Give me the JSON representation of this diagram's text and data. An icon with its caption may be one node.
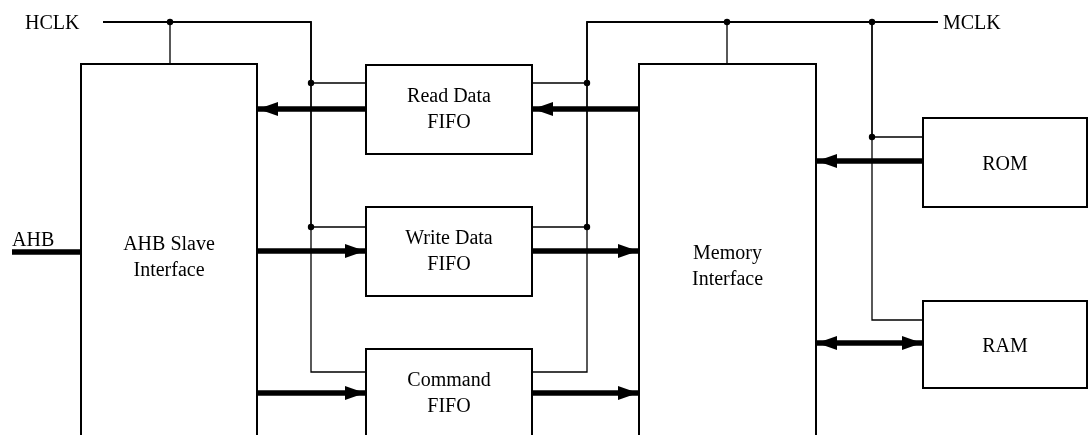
{
  "diagram": {
    "nodes": [
      {
        "text": [
          "HCLK"
        ]
      },
      {
        "text": [
          "MCLK"
        ]
      },
      {
        "text": [
          "AHB Slave Interface"
        ]
      },
      {
        "text": [
          "Read Data FIFO"
        ]
      },
      {
        "text": [
          "Write Data FIFO"
        ]
      },
      {
        "text": [
          "Command FIFO"
        ]
      },
      {
        "text": [
          "Memory Interface"
        ]
      },
      {
        "text": [
          "ROM"
        ]
      },
      {
        "text": [
          "RAM"
        ]
      },
      {
        "text": [
          "AHB"
        ]
      }
    ],
    "edges": [
      {
        "from": 0,
        "to": 2,
        "arrow": "none"
      },
      {
        "from": 0,
        "to": 3,
        "arrow": "none"
      },
      {
        "from": 0,
        "to": 4,
        "arrow": "none"
      },
      {
        "from": 0,
        "to": 5,
        "arrow": "none"
      },
      {
        "from": 1,
        "to": 6,
        "arrow": "none"
      },
      {
        "from": 1,
        "to": 3,
        "arrow": "none"
      },
      {
        "from": 1,
        "to": 4,
        "arrow": "none"
      },
      {
        "from": 1,
        "to": 5,
        "arrow": "none"
      },
      {
        "from": 1,
        "to": 7,
        "arrow": "none"
      },
      {
        "from": 1,
        "to": 8,
        "arrow": "none"
      },
      {
        "from": 6,
        "to": 3,
        "arrow": "to",
        "style": "thick"
      },
      {
        "from": 3,
        "to": 2,
        "arrow": "to",
        "style": "thick"
      },
      {
        "from": 2,
        "to": 4,
        "arrow": "to",
        "style": "thick"
      },
      {
        "from": 4,
        "to": 6,
        "arrow": "to",
        "style": "thick"
      },
      {
        "from": 2,
        "to": 5,
        "arrow": "to",
        "style": "thick"
      },
      {
        "from": 5,
        "to": 6,
        "arrow": "to",
        "style": "thick"
      },
      {
        "from": 7,
        "to": 6,
        "arrow": "to",
        "style": "thick"
      },
      {
        "from": 6,
        "to": 8,
        "arrow": "both",
        "style": "thick"
      },
      {
        "from": 9,
        "to": 2,
        "arrow": "none",
        "style": "thick"
      }
    ]
  }
}
